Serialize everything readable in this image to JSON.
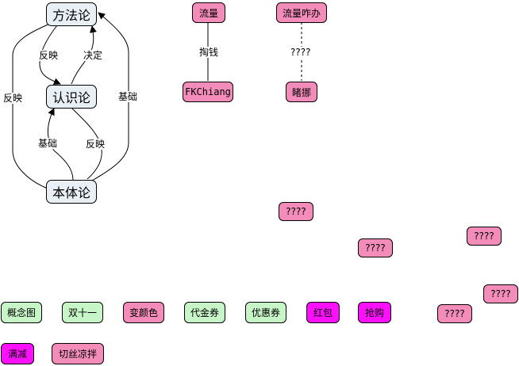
{
  "diagram": {
    "nodes": {
      "fangfalun": "方法论",
      "renshilun": "认识论",
      "bentilun": "本体论",
      "liuliang": "流量",
      "liuliang_zaban": "流量咋办",
      "fkchiang": "FKChiang",
      "duxiu": "睹挪",
      "q1": "????",
      "q2": "????",
      "q3": "????",
      "q4": "????",
      "q5": "????",
      "gainiantu": "概念图",
      "shuangshiyi": "双十一",
      "bianyanse": "变颜色",
      "daijinquan": "代金券",
      "youhuiquan": "优惠券",
      "hongbao": "红包",
      "qianggou": "抢购",
      "manjian": "满减",
      "qiesi": "切丝凉拌"
    },
    "edge_labels": {
      "fanying_left": "反映",
      "fanying_top": "反映",
      "jueding": "决定",
      "jichu_right": "基础",
      "jichu_mid": "基础",
      "fanying_mid": "反映",
      "taoqian": "掏钱",
      "unknown": "????"
    }
  }
}
